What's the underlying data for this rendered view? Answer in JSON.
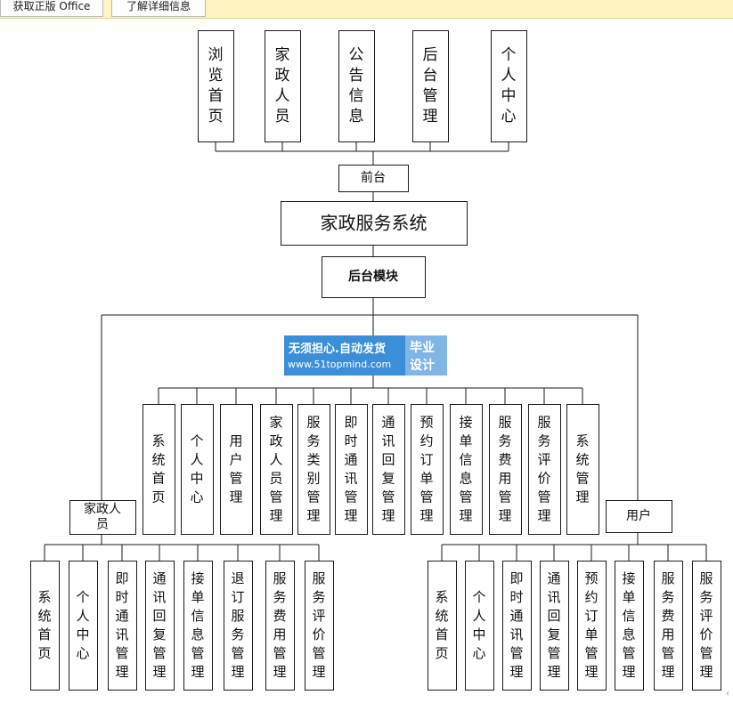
{
  "banner": {
    "get_office": "获取正版 Office",
    "learn_more": "了解详细信息"
  },
  "watermark": {
    "line1": "无须担心.自动发货",
    "line2": "www.51topmind.com",
    "side1": "毕业",
    "side2": "设计"
  },
  "tree": {
    "front_children": [
      "浏览首页",
      "家政人员",
      "公告信息",
      "后台管理",
      "个人中心"
    ],
    "front": "前台",
    "root": "家政服务系统",
    "backend": "后台模块",
    "admin_children": [
      "系统首页",
      "个人中心",
      "用户管理",
      "家政人员管理",
      "服务类别管理",
      "即时通讯管理",
      "通讯回复管理",
      "预约订单管理",
      "接单信息管理",
      "服务费用管理",
      "服务评价管理",
      "系统管理"
    ],
    "staff": "家政人员",
    "staff_children": [
      "系统首页",
      "个人中心",
      "即时通讯管理",
      "通讯回复管理",
      "接单信息管理",
      "退订服务管理",
      "服务费用管理",
      "服务评价管理"
    ],
    "user": "用户",
    "user_children": [
      "系统首页",
      "个人中心",
      "即时通讯管理",
      "通讯回复管理",
      "预约订单管理",
      "接单信息管理",
      "服务费用管理",
      "服务评价管理"
    ]
  }
}
